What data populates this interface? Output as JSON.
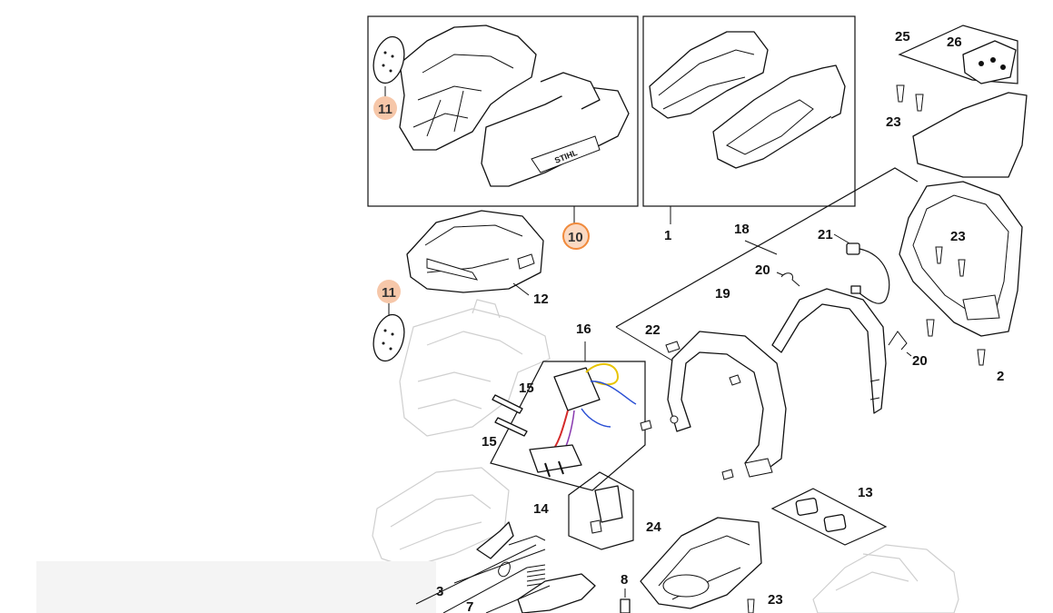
{
  "diagram": {
    "labels": {
      "p1": "1",
      "p2": "2",
      "p3": "3",
      "p7": "7",
      "p8": "8",
      "p10": "10",
      "p11a": "11",
      "p11b": "11",
      "p12": "12",
      "p13": "13",
      "p14": "14",
      "p15a": "15",
      "p15b": "15",
      "p16": "16",
      "p18": "18",
      "p19": "19",
      "p20a": "20",
      "p20b": "20",
      "p21": "21",
      "p22": "22",
      "p23a": "23",
      "p23b": "23",
      "p23c": "23",
      "p24": "24",
      "p25": "25",
      "p26": "26"
    },
    "brand_text": "STIHL",
    "colors": {
      "line": "#111111",
      "ghost": "#cfcfcf",
      "highlight_fill": "#fbd9c2",
      "highlight_ring": "#f08a3c",
      "wire_red": "#d42a2a",
      "wire_yellow": "#e8c400",
      "wire_blue": "#2a4fd4",
      "wire_purple": "#8a3ab0"
    }
  }
}
